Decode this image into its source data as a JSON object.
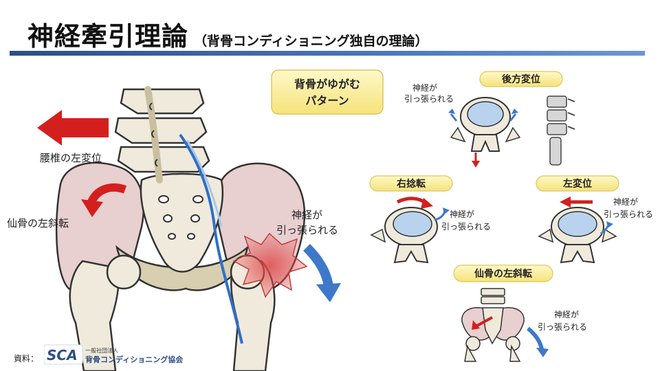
{
  "title": {
    "main": "神経牽引理論",
    "sub": "（背骨コンディショニング独自の理論）"
  },
  "main_diagram": {
    "lumbar_label": "腰椎の左変位",
    "sacrum_label": "仙骨の左斜転",
    "nerve_label_line1": "神経が",
    "nerve_label_line2": "引っ張られる"
  },
  "pattern_box": {
    "line1": "背骨がゆがむ",
    "line2": "パターン"
  },
  "patterns": {
    "posterior": {
      "title": "後方変位",
      "nerve_line1": "神経が",
      "nerve_line2": "引っ張られる"
    },
    "right_rotation": {
      "title": "右捻転",
      "nerve_line1": "神経が",
      "nerve_line2": "引っ張られる"
    },
    "left_shift": {
      "title": "左変位",
      "nerve_line1": "神経が",
      "nerve_line2": "引っ張られる"
    },
    "sacrum_tilt": {
      "title": "仙骨の左斜転",
      "nerve_line1": "神経が",
      "nerve_line2": "引っ張られる"
    }
  },
  "footer": {
    "source_label": "資料：",
    "org_prefix": "一般社団法人",
    "org_name": "背骨コンディショニング協会",
    "logo_text": "SCA"
  },
  "colors": {
    "bone": "#efeadc",
    "bone_outline": "#333333",
    "pelvis_pink": "#e8cfd0",
    "sacrum_tan": "#d8ceb0",
    "disc_blue": "#b9d3ef",
    "nerve_blue": "#2f6fc8",
    "arrow_red": "#d41f1f",
    "arrow_blue": "#3d78c9",
    "label_yellow": "#fbf0a8",
    "pain_red": "#e04a4a"
  }
}
